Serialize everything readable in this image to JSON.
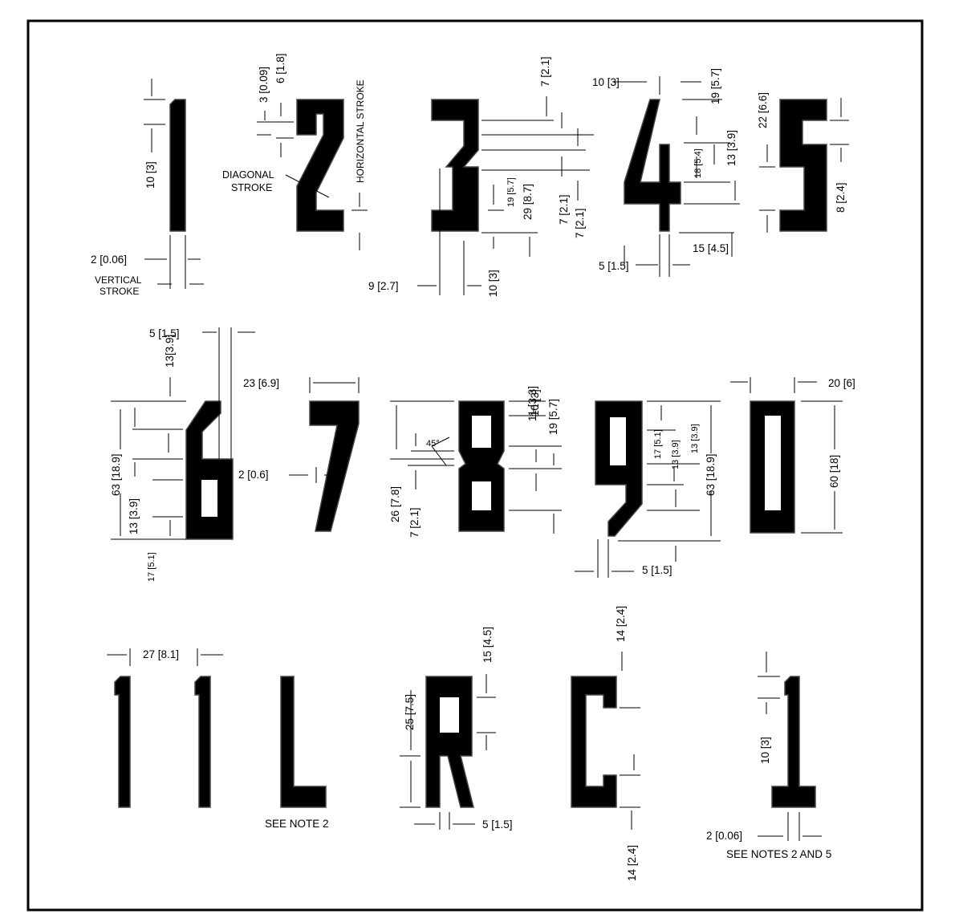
{
  "notes": {
    "see_note_2": "SEE NOTE 2",
    "see_notes_2_and_5": "SEE NOTES 2 AND 5"
  },
  "annotations": {
    "vertical_stroke": [
      "VERTICAL",
      "STROKE"
    ],
    "diagonal_stroke": [
      "DIAGONAL",
      "STROKE"
    ],
    "horizontal_stroke": "HORIZONTAL STROKE",
    "angle_45": "45°"
  },
  "characters": {
    "row1": [
      "1",
      "2",
      "3",
      "4",
      "5"
    ],
    "row2": [
      "6",
      "7",
      "8",
      "9",
      "0"
    ],
    "row3": [
      "1",
      "1",
      "L",
      "R",
      "C",
      "1"
    ]
  },
  "dimensions": {
    "one": {
      "height": "10 [3]",
      "width": "2 [0.06]"
    },
    "two": {
      "a": "3 [0.09]",
      "b": "6 [1.8]"
    },
    "three": {
      "top": "7 [2.1]",
      "mid_small": "19 [5.7]",
      "mid": "29 [8.7]",
      "r1": "7 [2.1]",
      "r2": "7 [2.1]",
      "left": "9 [2.7]",
      "bottom": "10 [3]"
    },
    "four": {
      "top_width": "10 [3]",
      "r1": "19 [5.7]",
      "r2": "18 [5.4]",
      "r3": "13 [3.9]",
      "right": "15 [4.5]",
      "left": "5 [1.5]"
    },
    "five": {
      "top": "22 [6.6]",
      "bottom": "8 [2.4]"
    },
    "six": {
      "top": "5 [1.5]",
      "top2": "13[3.9]",
      "height": "63 [18.9]",
      "mid": "13 [3.9]",
      "bottom": "17 [5.1]"
    },
    "seven": {
      "width": "23 [6.9]",
      "stroke": "2 [0.6]"
    },
    "eight": {
      "a": "11 [3.3]",
      "b": "10 [3]",
      "c": "19 [5.7]",
      "d": "26 [7.8]",
      "e": "7 [2.1]"
    },
    "nine": {
      "a": "17 [5.1]",
      "b": "13 [3.9]",
      "c": "13 [3.9]",
      "height": "63 [18.9]",
      "bottom": "5 [1.5]"
    },
    "zero": {
      "width": "20 [6]",
      "height": "60 [18]"
    },
    "row3": {
      "spacing": "27 [8.1]",
      "r_top": "15 [4.5]",
      "r_mid": "25 [7.5]",
      "r_bottom": "5 [1.5]",
      "c_top": "14 [2.4]",
      "c_bottom": "14 [2.4]",
      "one_height": "10 [3]",
      "one_width": "2 [0.06]"
    }
  }
}
